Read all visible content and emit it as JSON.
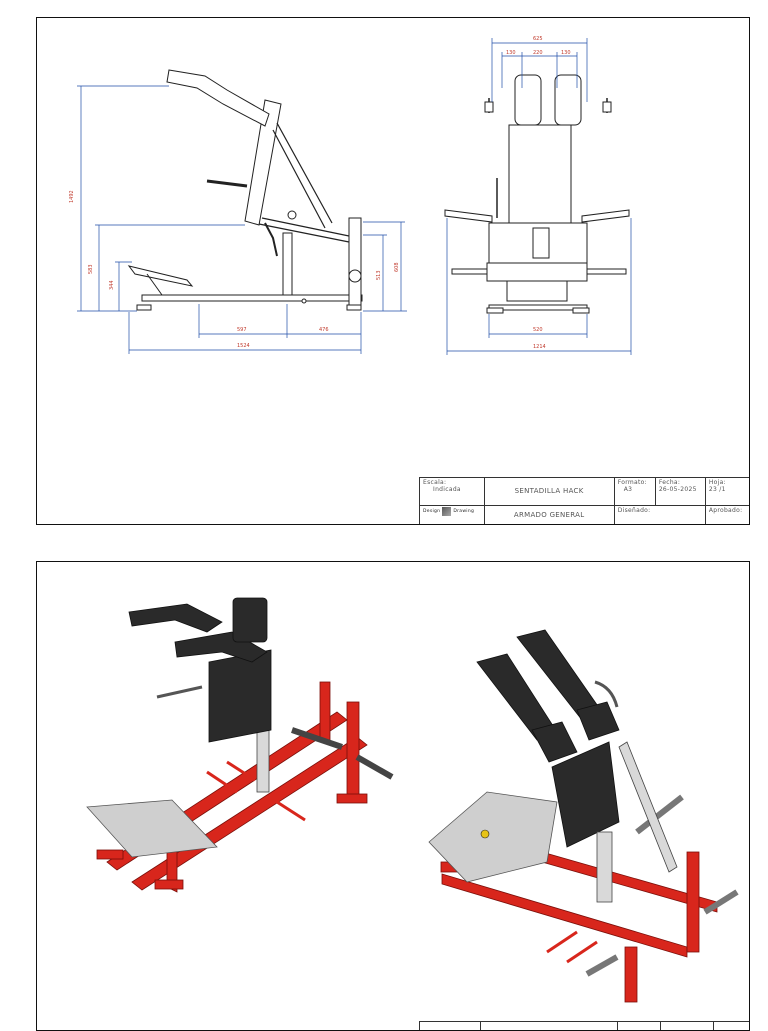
{
  "sheet1": {
    "title_block": {
      "scale_label": "Escala:",
      "scale_value": "Indicada",
      "title": "SENTADILLA HACK",
      "format_label": "Formato:",
      "format_value": "A3",
      "date_label": "Fecha:",
      "date_value": "26-05-2025",
      "sheet_label": "Hoja:",
      "sheet_value": "23 /1",
      "subtitle": "ARMADO GENERAL",
      "designed_label": "Diseñado:",
      "approved_label": "Aprobado:",
      "logo_left": "Design",
      "logo_right": "Drawing"
    },
    "side_view_dims": {
      "height_total": "1492",
      "height_seat": "583",
      "height_foot": "344",
      "height_post": "513",
      "height_post_total": "608",
      "len_a": "597",
      "len_b": "476",
      "len_total": "1524"
    },
    "front_view_dims": {
      "top_total": "625",
      "top_left": "130",
      "top_mid": "220",
      "top_right": "130",
      "base_inner": "520",
      "base_total": "1214"
    }
  },
  "colors": {
    "frame_red": "#d8261c",
    "pad_black": "#2a2a2a",
    "metal_grey": "#cfcfcf",
    "dimension_blue": "#1f4ea8",
    "dimension_text": "#c0392b"
  }
}
